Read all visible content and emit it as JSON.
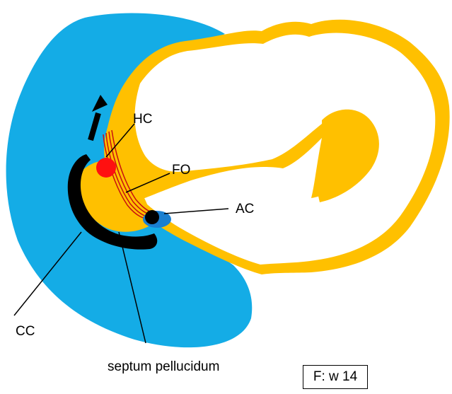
{
  "labels": {
    "hc": "HC",
    "fo": "FO",
    "ac": "AC",
    "cc": "CC",
    "septum": "septum pellucidum"
  },
  "stage": "F: w 14",
  "colors": {
    "hemisphere": "#14ace6",
    "midline_tissue": "#ffc000",
    "corpus_callosum": "#000000",
    "hippocampal_commissure": "#ff1010",
    "fornix_fibers": "#c81010",
    "anterior_commissure": "#000000",
    "ac_halo": "#1a7fd0"
  }
}
